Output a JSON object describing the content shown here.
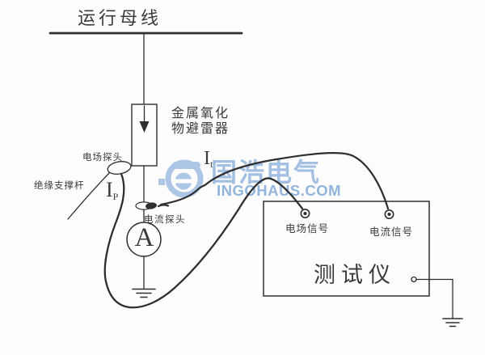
{
  "labels": {
    "busbar": "运行母线",
    "arrester_line1": "金属氧化",
    "arrester_line2": "物避雷器",
    "field_probe": "电场探头",
    "support_rod": "绝缘支撑杆",
    "current_probe": "电流探头",
    "ammeter": "A",
    "it_base": "I",
    "it_sub": "t",
    "ip_base": "I",
    "ip_sub": "P"
  },
  "tester": {
    "field_signal": "电场信号",
    "current_signal": "电流信号",
    "name": "测试仪"
  },
  "watermark": {
    "brand": "国浩电气",
    "domain": "INGOHAUS.COM"
  },
  "colors": {
    "line": "#2e2e2e",
    "text": "#3a3a3a",
    "watermark_brand": "#a3bfe1",
    "watermark_domain": "#93b5dd",
    "background": "#fdfdfd"
  }
}
